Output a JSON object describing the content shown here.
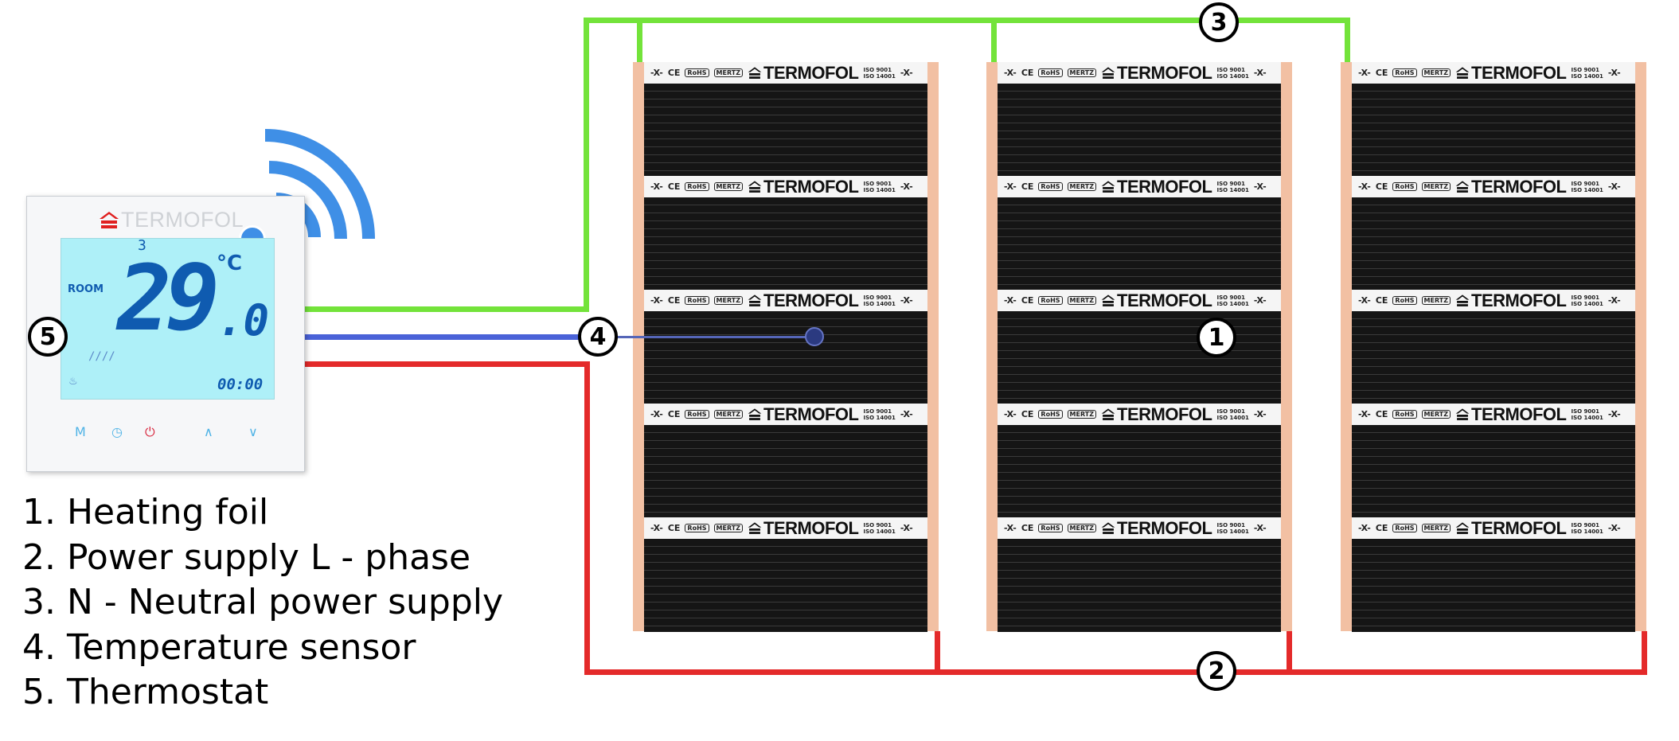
{
  "brand": "TERMOFOL",
  "foil_strip": {
    "symbols": [
      "-X-",
      "CE",
      "RoHS",
      "MERTZ",
      "-X-"
    ],
    "iso_lines": [
      "ISO 9001",
      "ISO 14001"
    ]
  },
  "thermostat": {
    "brand": "TERMOFOL",
    "step": "3",
    "room_label": "ROOM",
    "temperature_int": "29",
    "temperature_dec": ".0",
    "unit": "°C",
    "time": "00:00",
    "waves": "////",
    "flame": "♨",
    "buttons": [
      "M",
      "◷",
      "⏻",
      "∧",
      "∨"
    ]
  },
  "badges": {
    "b1": "1",
    "b2": "2",
    "b3": "3",
    "b4": "4",
    "b5": "5"
  },
  "legend": [
    "1. Heating foil",
    "2. Power supply L - phase",
    "3. N - Neutral power supply",
    "4. Temperature sensor",
    "5. Thermostat"
  ],
  "colors": {
    "neutral_wire": "#73e33a",
    "sensor_wire": "#4a62d8",
    "phase_wire": "#e42a2a",
    "wifi": "#3f8fe6",
    "brand_red": "#e02020"
  },
  "icons": [
    "wifi-icon",
    "roof-logo-icon"
  ]
}
